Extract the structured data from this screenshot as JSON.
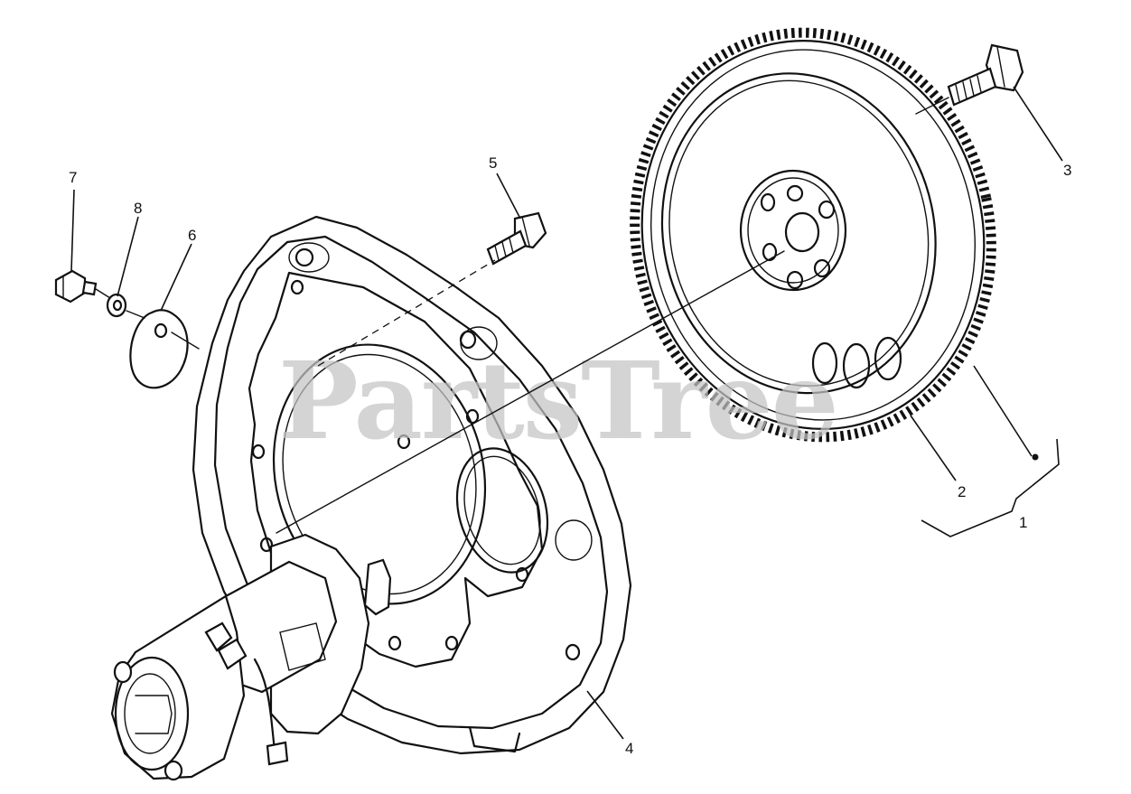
{
  "watermark": "PartsTree",
  "callouts": [
    {
      "id": "1",
      "label": "1"
    },
    {
      "id": "2",
      "label": "2"
    },
    {
      "id": "3",
      "label": "3"
    },
    {
      "id": "4",
      "label": "4"
    },
    {
      "id": "5",
      "label": "5"
    },
    {
      "id": "6",
      "label": "6"
    },
    {
      "id": "7",
      "label": "7"
    },
    {
      "id": "8",
      "label": "8"
    }
  ],
  "colors": {
    "ink": "#111111",
    "watermark": "#c4c4c4",
    "background": "#ffffff"
  },
  "icons": [
    "flywheel",
    "flywheel-bolt",
    "flywheel-housing",
    "housing-bolt",
    "cover-plate",
    "plug-bolt",
    "washer",
    "starter-motor"
  ]
}
